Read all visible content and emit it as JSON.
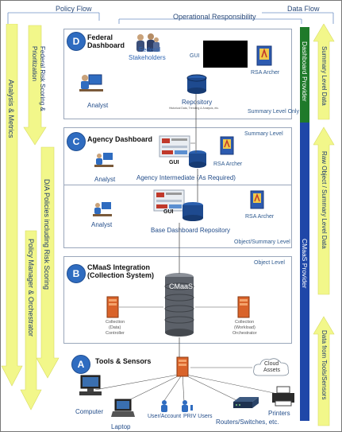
{
  "flows": {
    "policy_flow": "Policy Flow",
    "data_flow": "Data Flow",
    "operational": "Operational Responsibility"
  },
  "left_arrows": {
    "analysis": "Analysis & Metrics",
    "federal_risk": "Federal Risk Scoring & Prioritization",
    "da_policies": "D/A Policies including Risk Scoring",
    "policy_manager": "Policy Manager & Orchestrator"
  },
  "providers": {
    "dashboard": "Dashboard Provider",
    "cmaas": "CMaaS Provider"
  },
  "right_arrows": {
    "summary_level_data": "Summary Level Data",
    "raw_object": "Raw Object / Summary Level Data",
    "data_from_tools": "Data from Tools/Sensors"
  },
  "section_d": {
    "badge": "D",
    "title_line1": "Federal",
    "title_line2": "Dashboard",
    "stakeholders_line1": "Federal",
    "stakeholders_line2": "Stakeholders",
    "gui": "GUI",
    "rsa": "RSA Archer",
    "analyst": "Analyst",
    "repository": "Repository",
    "repository_sub": "Historical Data, Trending & Analysis, etc.",
    "level": "Summary Level Only"
  },
  "section_c": {
    "badge": "C",
    "title": "Agency Dashboard",
    "level": "Summary Level",
    "gui": "GUI",
    "rsa": "RSA Archer",
    "analyst": "Analyst",
    "intermediate": "Agency Intermediate (As Required)"
  },
  "section_base": {
    "gui": "GUI",
    "rsa": "RSA Archer",
    "analyst": "Analyst",
    "repository": "Base Dashboard Repository",
    "level": "Object/Summary Level"
  },
  "section_b": {
    "badge": "B",
    "title_line1": "CMaaS Integration",
    "title_line2": "(Collection System)",
    "level": "Object Level",
    "cmaas": "CMaaS",
    "controller_line1": "Collection",
    "controller_line2": "(Data)",
    "controller_line3": "Controller",
    "orchestrator_line1": "Collection",
    "orchestrator_line2": "(Workload)",
    "orchestrator_line3": "Orchestrator"
  },
  "section_a": {
    "badge": "A",
    "title": "Tools & Sensors",
    "cloud_line1": "Cloud",
    "cloud_line2": "Assets",
    "computer": "Computer",
    "laptop": "Laptop",
    "user_account": "User/Account",
    "priv_users": "PRIV Users",
    "routers": "Routers/Switches, etc.",
    "printers": "Printers"
  },
  "colors": {
    "dashboard_provider": "#1f7a2a",
    "cmaas_provider": "#1f47a8",
    "arrow_fill": "#f2f78a",
    "badge": "#2f6cc0",
    "server_orange": "#d9632a"
  }
}
